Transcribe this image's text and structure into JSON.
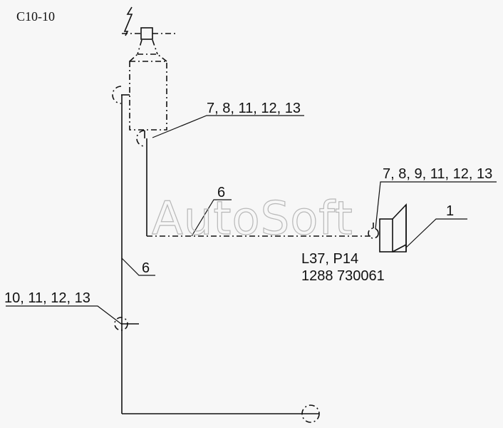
{
  "diagram": {
    "page_code": "C10-10",
    "watermark": "AutoSoft",
    "callouts": {
      "top_parts": "7, 8, 11, 12, 13",
      "mid_six": "6",
      "right_parts": "7, 8, 9, 11, 12, 13",
      "right_one": "1",
      "left_six": "6",
      "left_parts": "10, 11, 12, 13"
    },
    "part_info": {
      "line1": "L37, P14",
      "line2": "1288  730061"
    }
  }
}
